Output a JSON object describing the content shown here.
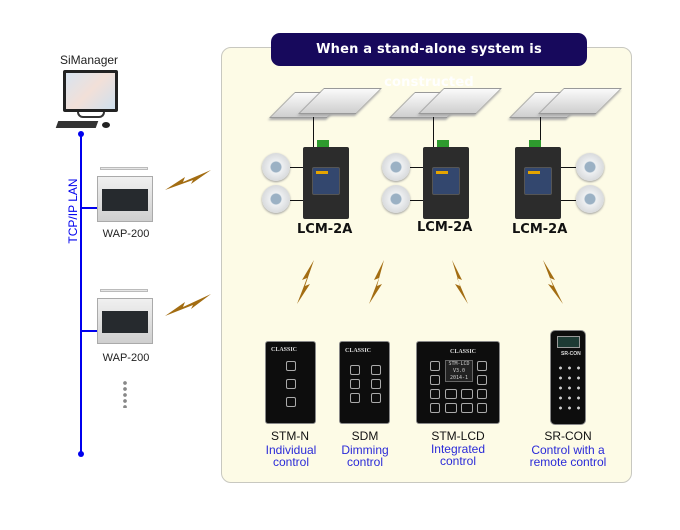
{
  "left": {
    "manager_label": "SiManager",
    "network_label": "TCP/IP LAN",
    "gateways": [
      {
        "label": "WAP-200"
      },
      {
        "label": "WAP-200"
      }
    ]
  },
  "panel": {
    "title": "When a stand-alone system is constructed",
    "controllers": [
      {
        "label": "LCM-2A"
      },
      {
        "label": "LCM-2A"
      },
      {
        "label": "LCM-2A"
      }
    ],
    "devices": [
      {
        "name": "STM-N",
        "desc1": "Individual",
        "desc2": "control",
        "brand": "CLASSIC"
      },
      {
        "name": "SDM",
        "desc1": "Dimming",
        "desc2": "control",
        "brand": "CLASSIC"
      },
      {
        "name": "STM-LCD",
        "desc1": "Integrated",
        "desc2": "control",
        "brand": "CLASSIC",
        "screen": [
          "STM-LCD",
          "V3.0",
          "2014-1"
        ]
      },
      {
        "name": "SR-CON",
        "desc1": "Control with a",
        "desc2": "remote control",
        "brand": "SR-CON"
      }
    ]
  },
  "colors": {
    "title_bg": "#17095c",
    "network_line": "#0000ee",
    "desc_text": "#2a2ad8",
    "panel_bg": "#fdfbe6"
  }
}
